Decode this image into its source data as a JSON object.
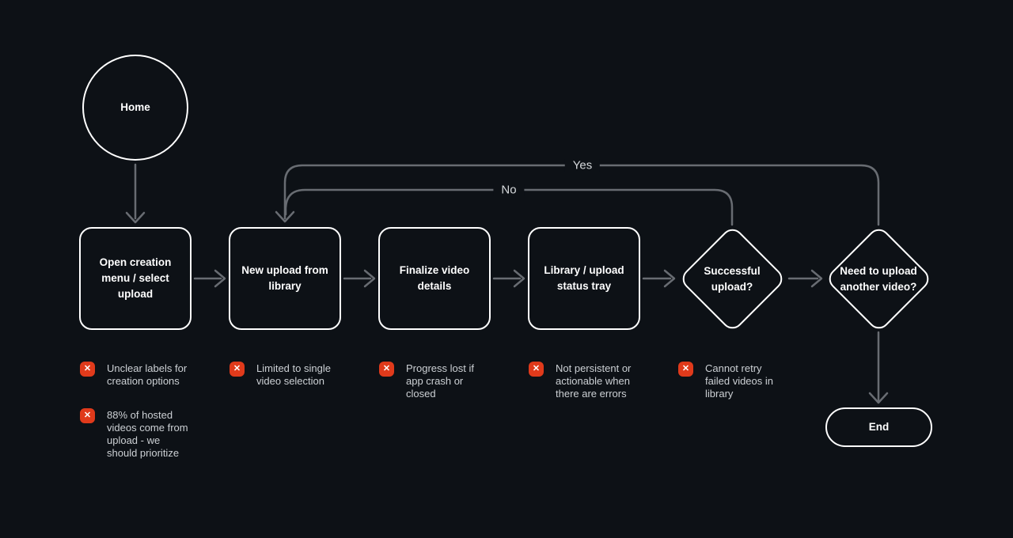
{
  "canvas": {
    "type": "flowchart",
    "colors": {
      "background": "#0d1116",
      "node_border": "#ffffff",
      "node_text": "#ffffff",
      "connector": "#686c72",
      "edge_label_text": "#d7dadd",
      "annotation_text": "#ccd0d4",
      "error_badge_bg": "#e03a1b",
      "error_badge_glyph_color": "#ffffff"
    }
  },
  "icons": {
    "error_x": "✕"
  },
  "flow": {
    "start": {
      "label": "Home",
      "shape": "circle"
    },
    "steps": [
      {
        "label": "Open creation menu / select upload",
        "shape": "rounded-rect"
      },
      {
        "label": "New upload from library",
        "shape": "rounded-rect"
      },
      {
        "label": "Finalize video details",
        "shape": "rounded-rect"
      },
      {
        "label": "Library / upload status tray",
        "shape": "rounded-rect"
      }
    ],
    "decisions": [
      {
        "label": "Successful upload?",
        "shape": "diamond"
      },
      {
        "label": "Need to upload another video?",
        "shape": "diamond"
      }
    ],
    "end": {
      "label": "End",
      "shape": "pill"
    },
    "edge_labels": {
      "yes": "Yes",
      "no": "No"
    }
  },
  "annotations": [
    {
      "text": "Unclear labels for creation options",
      "attached_to": "Open creation menu / select upload"
    },
    {
      "text": "88% of hosted videos come from upload - we should prioritize",
      "attached_to": "Open creation menu / select upload"
    },
    {
      "text": "Limited to single video selection",
      "attached_to": "New upload from library"
    },
    {
      "text": "Progress lost if app crash or closed",
      "attached_to": "Finalize video details"
    },
    {
      "text": "Not persistent or actionable when there are errors",
      "attached_to": "Library / upload status tray"
    },
    {
      "text": "Cannot retry failed videos in library",
      "attached_to": "Successful upload?"
    }
  ]
}
